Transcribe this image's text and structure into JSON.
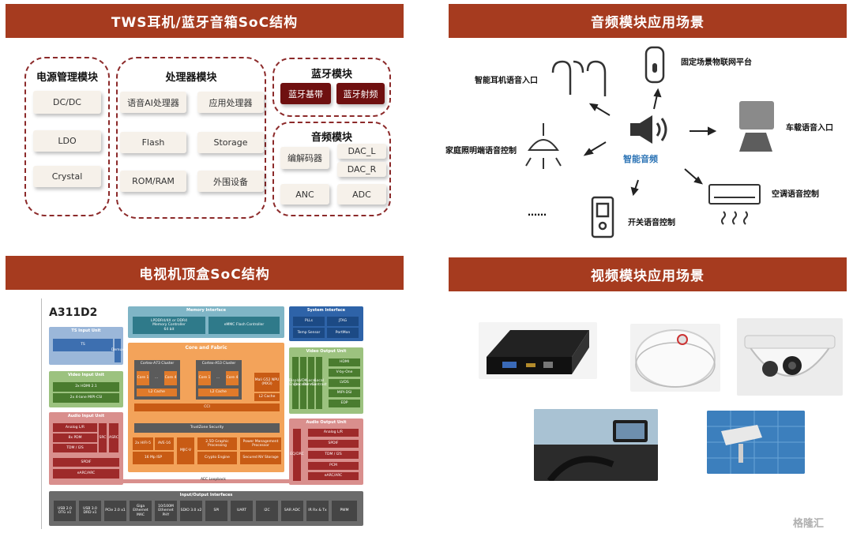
{
  "headers": {
    "tws": "TWS耳机/蓝牙音箱SoC结构",
    "audio": "音频模块应用场景",
    "tv": "电视机顶盒SoC结构",
    "video": "视频模块应用场景"
  },
  "tws": {
    "power": {
      "title": "电源管理模块",
      "items": [
        "DC/DC",
        "LDO",
        "Crystal"
      ]
    },
    "processor": {
      "title": "处理器模块",
      "items": [
        "语音AI处理器",
        "应用处理器",
        "Flash",
        "Storage",
        "ROM/RAM",
        "外围设备"
      ]
    },
    "bluetooth": {
      "title": "蓝牙模块",
      "items": [
        "蓝牙基带",
        "蓝牙射频"
      ]
    },
    "audio": {
      "title": "音频模块",
      "items": [
        "编解码器",
        "DAC_L",
        "DAC_R",
        "ANC",
        "ADC"
      ]
    }
  },
  "audio_scene": {
    "center": "智能音频",
    "labels": {
      "earphone": "智能耳机语音入口",
      "iot": "固定场景物联网平台",
      "car": "车载语音入口",
      "lighting": "家庭照明端语音控制",
      "ac": "空调语音控制",
      "switch": "开关语音控制",
      "more": "……"
    }
  },
  "soc": {
    "chip_name": "A311D2",
    "memory": {
      "title": "Memory Interface",
      "a": "LPDDR4/4X or DDR4\nMemory Controller\n64 bit",
      "b": "eMMC Flash Controller"
    },
    "system": {
      "title": "System Interface",
      "items": [
        "PLLs",
        "JTAG",
        "Temp Sensor",
        "PortMon"
      ]
    },
    "ts": {
      "title": "TS Input Unit",
      "ts": "TS",
      "demux": "Demux"
    },
    "video_in": {
      "title": "Video Input Unit",
      "items": [
        "2x HDMI 2.1",
        "2x 4-lane MIPI-CSI"
      ]
    },
    "audio_in": {
      "title": "Audio Input Unit",
      "items": [
        "Analog L/R",
        "8x PDM",
        "TDM / I2S",
        "SPDIF",
        "eARC/ARC"
      ],
      "side1": "SRC",
      "side2": "ASRC"
    },
    "core": {
      "title": "Core and Fabric",
      "a73": "Cortex-A73 Cluster",
      "a53": "Cortex-A53 Cluster",
      "core1": "Core 1",
      "core4": "Core 4",
      "dots": "…",
      "l2": "L2 Cache",
      "npu": "Mali G52 NPU (MX3)",
      "l2b": "L2 Cache",
      "cci": "CCI",
      "trustzone": "TrustZone Security",
      "blocks": [
        "2x HIFI-5",
        "AVE-16",
        "16 Mp ISP",
        "MJIC-V",
        "2.5D Graphic Processing",
        "Crypto Engine",
        "Power Management Processor",
        "Secured NV Storage"
      ]
    },
    "video_out": {
      "title": "Video Output Unit",
      "items": [
        "HDMI",
        "V-by-One",
        "LVDS",
        "MIPI-DSI",
        "EDP"
      ],
      "side": [
        "Display Engine",
        "VDK Processing",
        "Local Dimming",
        "Local Contrast"
      ]
    },
    "audio_out": {
      "title": "Audio Output Unit",
      "items": [
        "Analog L/R",
        "SPDIF",
        "TDM / I2S",
        "PCM",
        "eARC/ARC"
      ],
      "side": "EQ/DRC"
    },
    "loopback": "AEC Loopback",
    "io": {
      "title": "Input/Output Interfaces",
      "items": [
        "USB 2.0 OTG x1",
        "USB 3.0 DRD x1",
        "PCIe 2.0 x1",
        "Giga Ethernet MAC",
        "10/100M Ethernet PHY",
        "SDIO 3.0 x2",
        "SPI",
        "UART",
        "I2C",
        "SAR ADC",
        "IR Rx & Tx",
        "PWM"
      ]
    }
  },
  "watermark": "格隆汇",
  "colors": {
    "header": "#a63b1f",
    "dash": "#8c2a2a",
    "chip_dark": "#6f1010",
    "soc_blue": "#3b6db0",
    "soc_green": "#7aa85a",
    "soc_red": "#c0504d",
    "soc_orange": "#f3a35a",
    "soc_gray": "#6b6b6b"
  }
}
